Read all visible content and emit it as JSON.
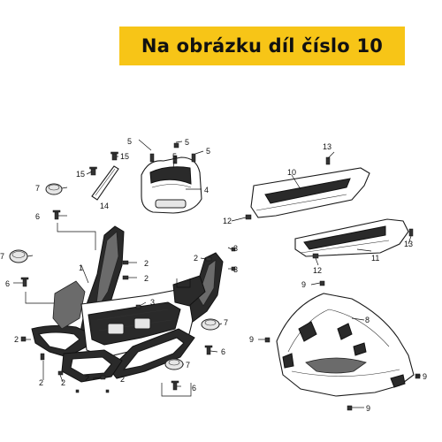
{
  "banner": {
    "text": "Na obrázku díl číslo 10"
  },
  "callouts": {
    "n1": "1",
    "n2": "2",
    "n3": "3",
    "n4": "4",
    "n5": "5",
    "n6": "6",
    "n7": "7",
    "n8": "8",
    "n9": "9",
    "n10": "10",
    "n11": "11",
    "n12": "12",
    "n13": "13",
    "n14": "14",
    "n15": "15"
  },
  "colors": {
    "banner_bg": "#f7c517",
    "line": "#1a1a1a"
  }
}
